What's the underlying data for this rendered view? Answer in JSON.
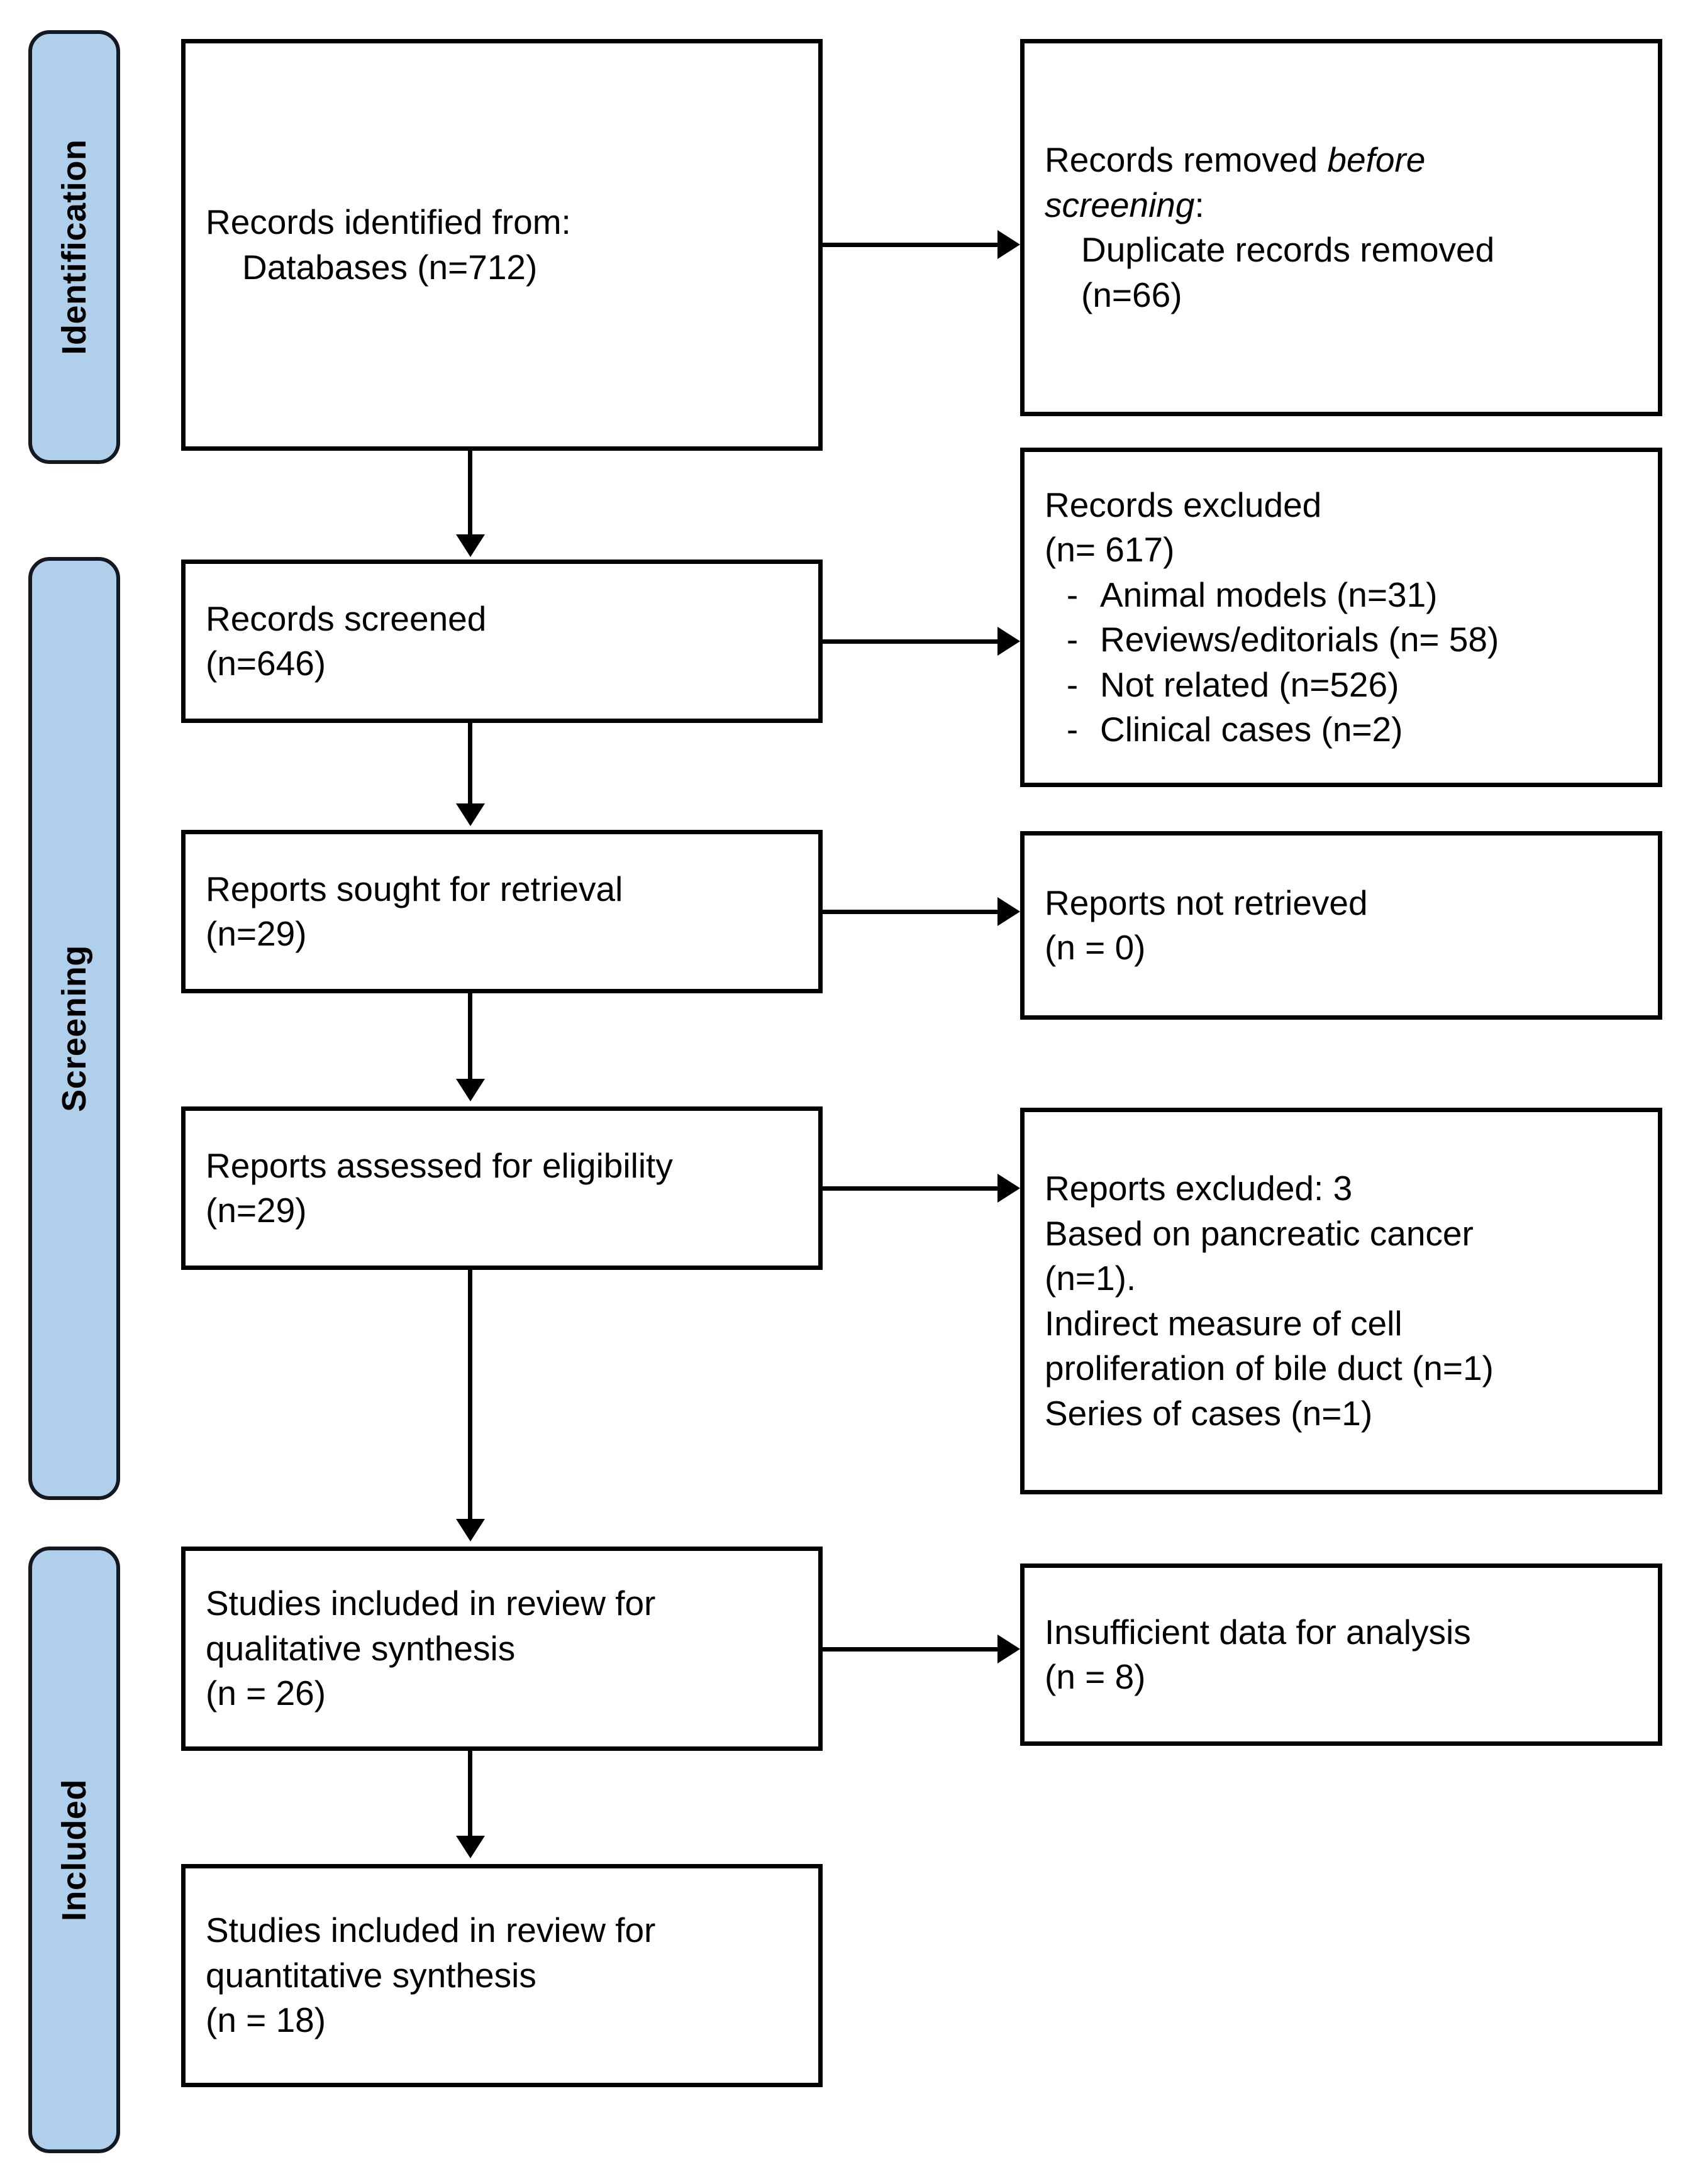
{
  "diagram": {
    "type": "prisma-flow-diagram",
    "accent_color": "#AFCFEA",
    "line_color": "#000000"
  },
  "stages": [
    {
      "id": "identification",
      "label": "Identification"
    },
    {
      "id": "screening",
      "label": "Screening"
    },
    {
      "id": "included",
      "label": "Included"
    }
  ],
  "boxes": {
    "records_identified": {
      "line1": "Records identified from:",
      "line2": "Databases (n=712)"
    },
    "records_removed": {
      "line1_a": "Records removed ",
      "line1_b": "before",
      "line2_a": "screening",
      "line2_b": ":",
      "line3": "Duplicate records removed",
      "line4": "(n=66)"
    },
    "records_screened": {
      "line1": "Records screened",
      "line2": "(n=646)"
    },
    "records_excluded": {
      "line1": "Records excluded",
      "line2": "(n= 617)",
      "dash": "-",
      "items": [
        "Animal models (n=31)",
        "Reviews/editorials (n= 58)",
        "Not related (n=526)",
        "Clinical cases (n=2)"
      ]
    },
    "reports_sought": {
      "line1": "Reports sought for retrieval",
      "line2": "(n=29)"
    },
    "reports_not_retrieved": {
      "line1": "Reports not retrieved",
      "line2": "(n = 0)"
    },
    "reports_assessed": {
      "line1": "Reports assessed for eligibility",
      "line2": "(n=29)"
    },
    "reports_excluded": {
      "line1": "Reports excluded: 3",
      "line2": "Based on pancreatic cancer",
      "line3": "(n=1).",
      "line4": "Indirect measure of cell",
      "line5": "proliferation of bile duct (n=1)",
      "line6": "Series of cases (n=1)"
    },
    "studies_qualitative": {
      "line1": "Studies included in review for",
      "line2": "qualitative synthesis",
      "line3": "(n = 26)"
    },
    "insufficient_data": {
      "line1": "Insufficient data for analysis",
      "line2": "(n = 8)"
    },
    "studies_quantitative": {
      "line1": "Studies included in review for",
      "line2": "quantitative synthesis",
      "line3": "(n = 18)"
    }
  }
}
